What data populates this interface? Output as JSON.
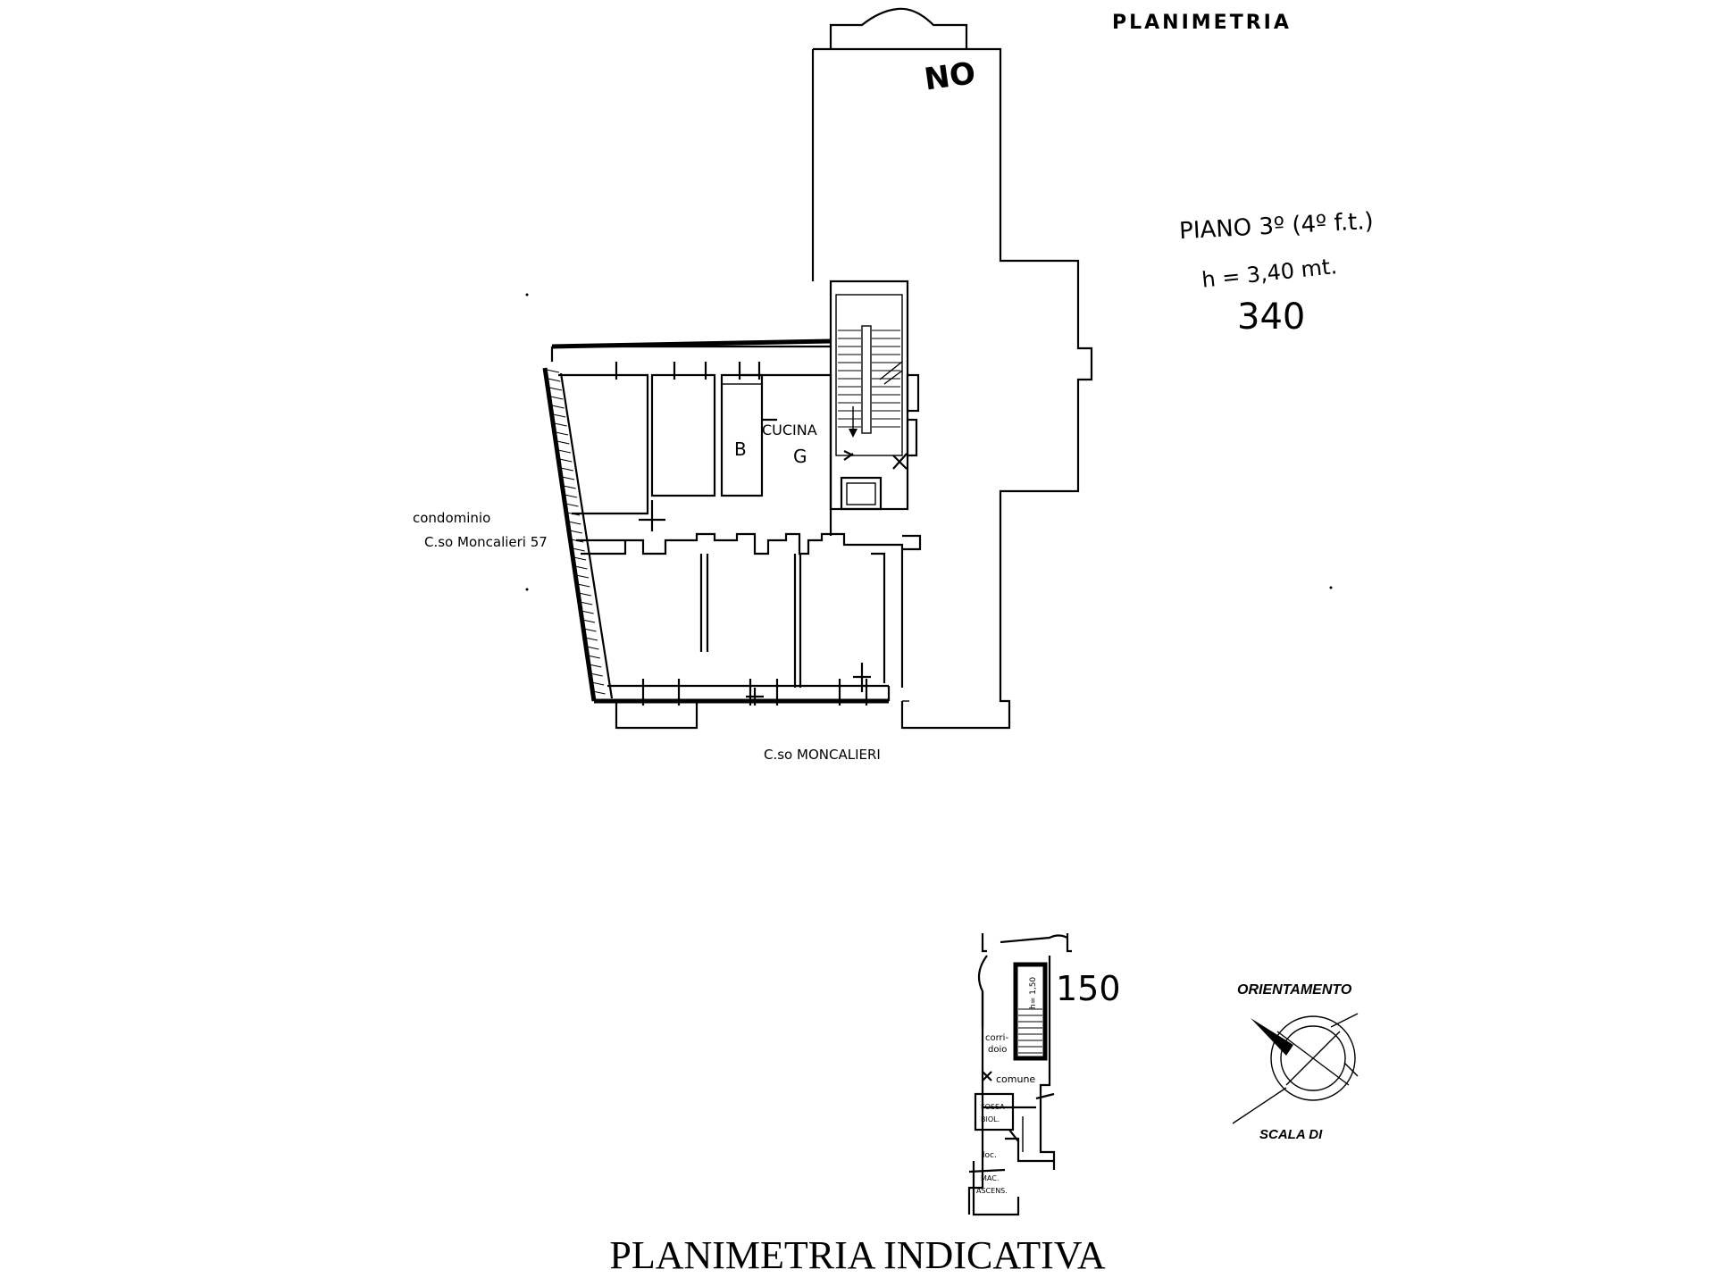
{
  "header": {
    "title": "PLANIMETRIA"
  },
  "plan": {
    "orientation_mark": "NO",
    "floor_label": "PIANO 3º (4º f.t.)",
    "height_label": "h = 3,40 mt.",
    "height_value": "340",
    "rooms": {
      "kitchen": "CUCINA",
      "bathroom": "B",
      "g_label": "G"
    },
    "neighbour_line1": "condominio",
    "neighbour_line2": "C.so Moncalieri 57",
    "street": "C.so MONCALIERI"
  },
  "cellar": {
    "height_value": "150",
    "height_small": "h= 1,50",
    "corridor_line1": "corri-",
    "corridor_line2": "doio",
    "common": "comune",
    "fossa_line1": "FOSSA",
    "fossa_line2": "BIOL.",
    "loc_label": "loc.",
    "mac_line1": "MAC.",
    "mac_line2": "ASCENS."
  },
  "legend": {
    "orientation": "ORIENTAMENTO",
    "scale": "SCALA DI"
  },
  "footer": {
    "caption": "PLANIMETRIA INDICATIVA"
  }
}
